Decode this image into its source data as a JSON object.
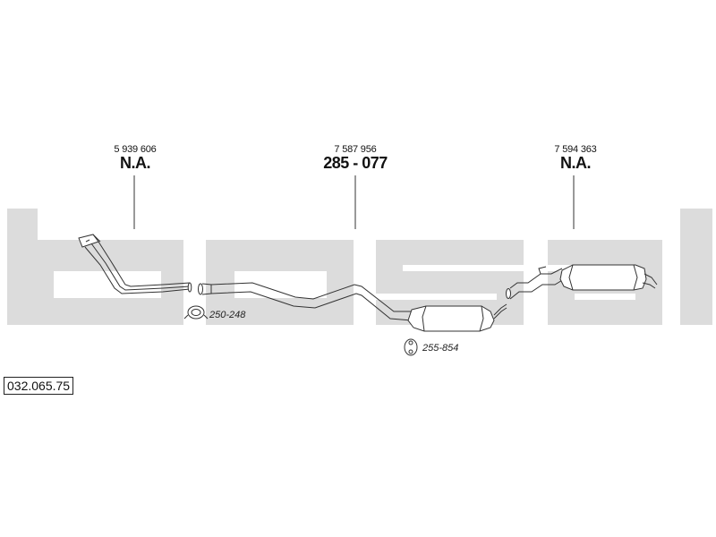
{
  "watermark": {
    "text": "bosal",
    "color": "#dcdcdc"
  },
  "sections": [
    {
      "oe_number": "5 939 606",
      "part_number": "N.A."
    },
    {
      "oe_number": "7 587 956",
      "part_number": "285 - 077"
    },
    {
      "oe_number": "7 594 363",
      "part_number": "N.A."
    }
  ],
  "accessories": [
    {
      "code": "250-248",
      "icon": "clamp-icon"
    },
    {
      "code": "255-854",
      "icon": "rubber-hanger-icon"
    }
  ],
  "diagram_code": "032.065.75"
}
